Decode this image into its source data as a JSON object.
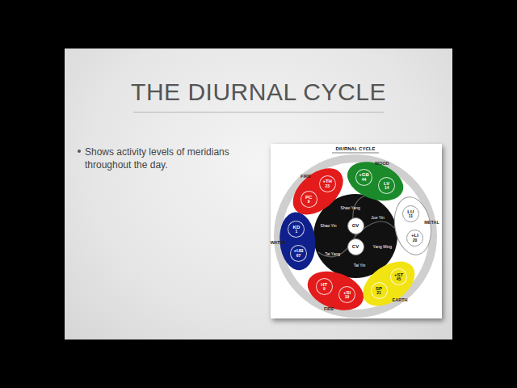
{
  "diagram": {
    "title": "THE DIURNAL CYCLE",
    "nodes": [
      {
        "text": [
          "+GB",
          "44"
        ]
      },
      {
        "text": [
          "LV",
          "14"
        ]
      },
      {
        "text": [
          "LU",
          "11"
        ]
      },
      {
        "text": [
          "+LI",
          "20"
        ]
      },
      {
        "text": [
          "+ST",
          "45"
        ]
      },
      {
        "text": [
          "SP",
          "21"
        ]
      },
      {
        "text": [
          "+SI",
          "19"
        ]
      },
      {
        "text": [
          "HT",
          "9"
        ]
      },
      {
        "text": [
          "+UB",
          "67"
        ]
      },
      {
        "text": [
          "KD",
          "1"
        ]
      },
      {
        "text": [
          "PC",
          "9"
        ]
      },
      {
        "text": [
          "+TH",
          "23"
        ]
      },
      {
        "text": [
          "GV"
        ]
      },
      {
        "text": [
          "CV"
        ]
      }
    ],
    "labels": [
      "Shows activity levels of meridians throughout the day.",
      "DIURNAL CYCLE",
      "WOOD",
      "METAL",
      "EARTH",
      "FIRE",
      "WATER",
      "FIRE",
      "Shao Yang",
      "Jue Yin",
      "Yang Ming",
      "Tai Yin",
      "Tai Yang",
      "Shao Yin"
    ]
  }
}
